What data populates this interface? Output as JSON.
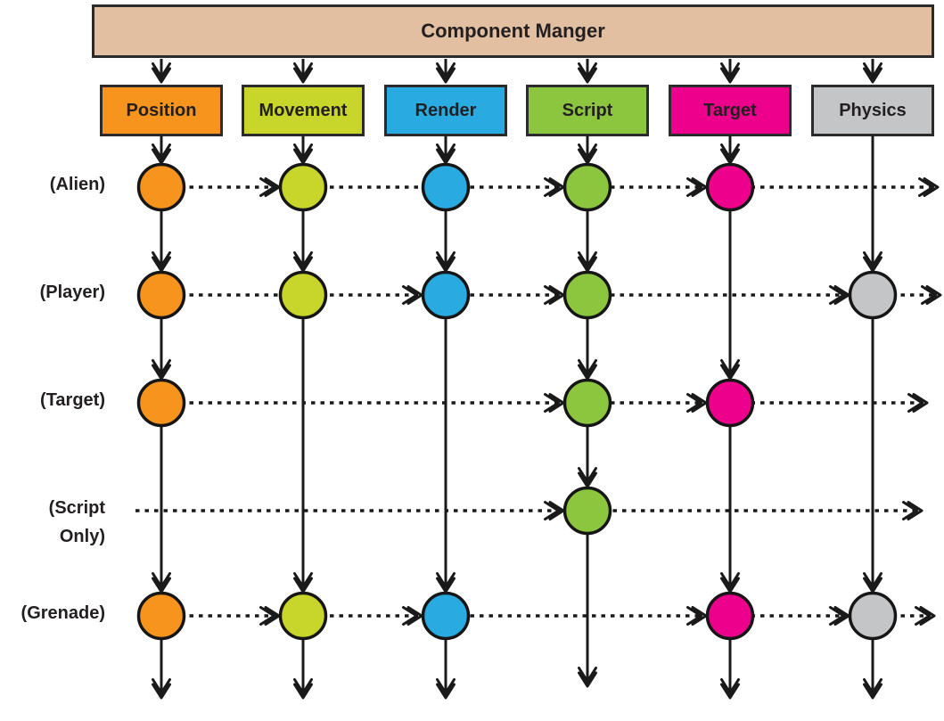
{
  "diagram": {
    "manager_label": "Component Manger",
    "components": [
      {
        "id": "position",
        "label": "Position",
        "color": "#F7941E"
      },
      {
        "id": "movement",
        "label": "Movement",
        "color": "#C8D62B"
      },
      {
        "id": "render",
        "label": "Render",
        "color": "#29ABE2"
      },
      {
        "id": "script",
        "label": "Script",
        "color": "#8CC63F"
      },
      {
        "id": "target",
        "label": "Target",
        "color": "#EC008C"
      },
      {
        "id": "physics",
        "label": "Physics",
        "color": "#C4C5C7"
      }
    ],
    "entities": [
      {
        "id": "alien",
        "label": "(Alien)",
        "components": [
          "position",
          "movement",
          "render",
          "script",
          "target"
        ],
        "arrow_in": [
          "movement",
          "script",
          "target"
        ]
      },
      {
        "id": "player",
        "label": "(Player)",
        "components": [
          "position",
          "movement",
          "render",
          "script",
          "physics"
        ],
        "arrow_in": [
          "render",
          "script",
          "physics"
        ]
      },
      {
        "id": "target",
        "label": "(Target)",
        "components": [
          "position",
          "script",
          "target"
        ],
        "arrow_in": [
          "script",
          "target"
        ]
      },
      {
        "id": "script-only",
        "label": "(Script Only)",
        "components": [
          "script"
        ],
        "arrow_in": [
          "script"
        ]
      },
      {
        "id": "grenade",
        "label": "(Grenade)",
        "components": [
          "position",
          "movement",
          "render",
          "target",
          "physics"
        ],
        "arrow_in": [
          "movement",
          "render",
          "target",
          "physics"
        ]
      }
    ],
    "line_color": "#1A1A1A",
    "manager_fill": "#E2BFA1"
  }
}
